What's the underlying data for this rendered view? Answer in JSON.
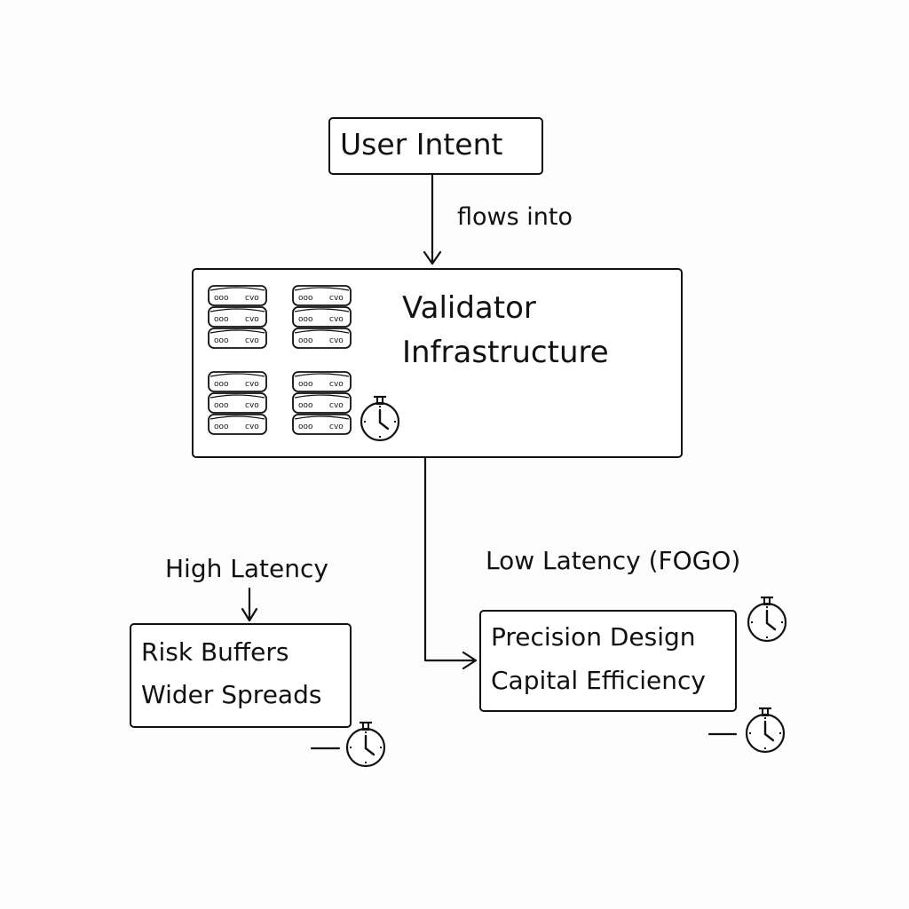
{
  "nodes": {
    "user_intent": {
      "label": "User Intent"
    },
    "validator": {
      "line1": "Validator",
      "line2": "Infrastructure",
      "server_label_left": "ooo",
      "server_label_right": "cvo"
    },
    "high_latency": {
      "label": "High Latency"
    },
    "risk_box": {
      "line1": "Risk Buffers",
      "line2": "Wider Spreads"
    },
    "low_latency": {
      "label": "Low Latency (FOGO)"
    },
    "precision_box": {
      "line1": "Precision Design",
      "line2": "Capital Efficiency"
    }
  },
  "edges": {
    "flows_into": {
      "label": "flows into"
    }
  },
  "icons": {
    "server_stack": "server-stack-icon",
    "stopwatch": "stopwatch-icon",
    "arrow": "arrow-icon"
  }
}
